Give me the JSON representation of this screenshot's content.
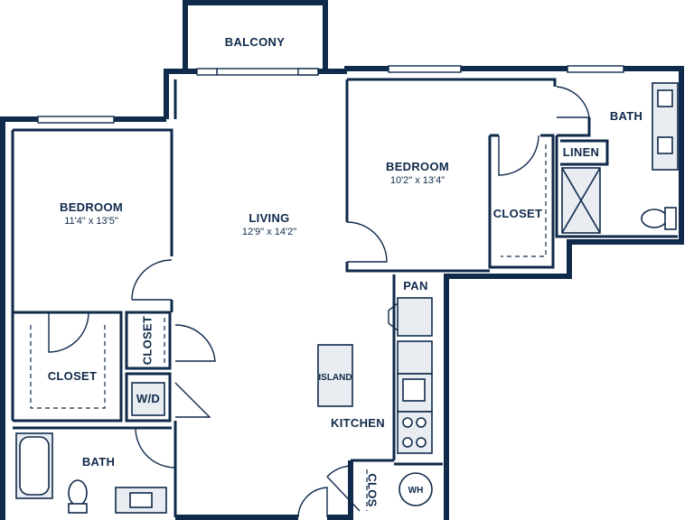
{
  "rooms": {
    "balcony": "BALCONY",
    "bedroom1": {
      "name": "BEDROOM",
      "dims": "11'4\" x 13'5\""
    },
    "living": {
      "name": "LIVING",
      "dims": "12'9\" x 14'2\""
    },
    "bedroom2": {
      "name": "BEDROOM",
      "dims": "10'2\" x 13'4\""
    },
    "bath1": "BATH",
    "bath2": "BATH",
    "closet1": "CLOSET",
    "closet2": "CLOSET",
    "closet3": "CLOSET",
    "linen": "LINEN",
    "wd": "W/D",
    "pan": "PAN",
    "island": "ISLAND",
    "kitchen": "KITCHEN",
    "clos": "CLOS",
    "wh": "WH"
  },
  "colors": {
    "wall": "#0f2a4a",
    "fixture_fill": "#e9edf2",
    "background": "#ffffff"
  }
}
